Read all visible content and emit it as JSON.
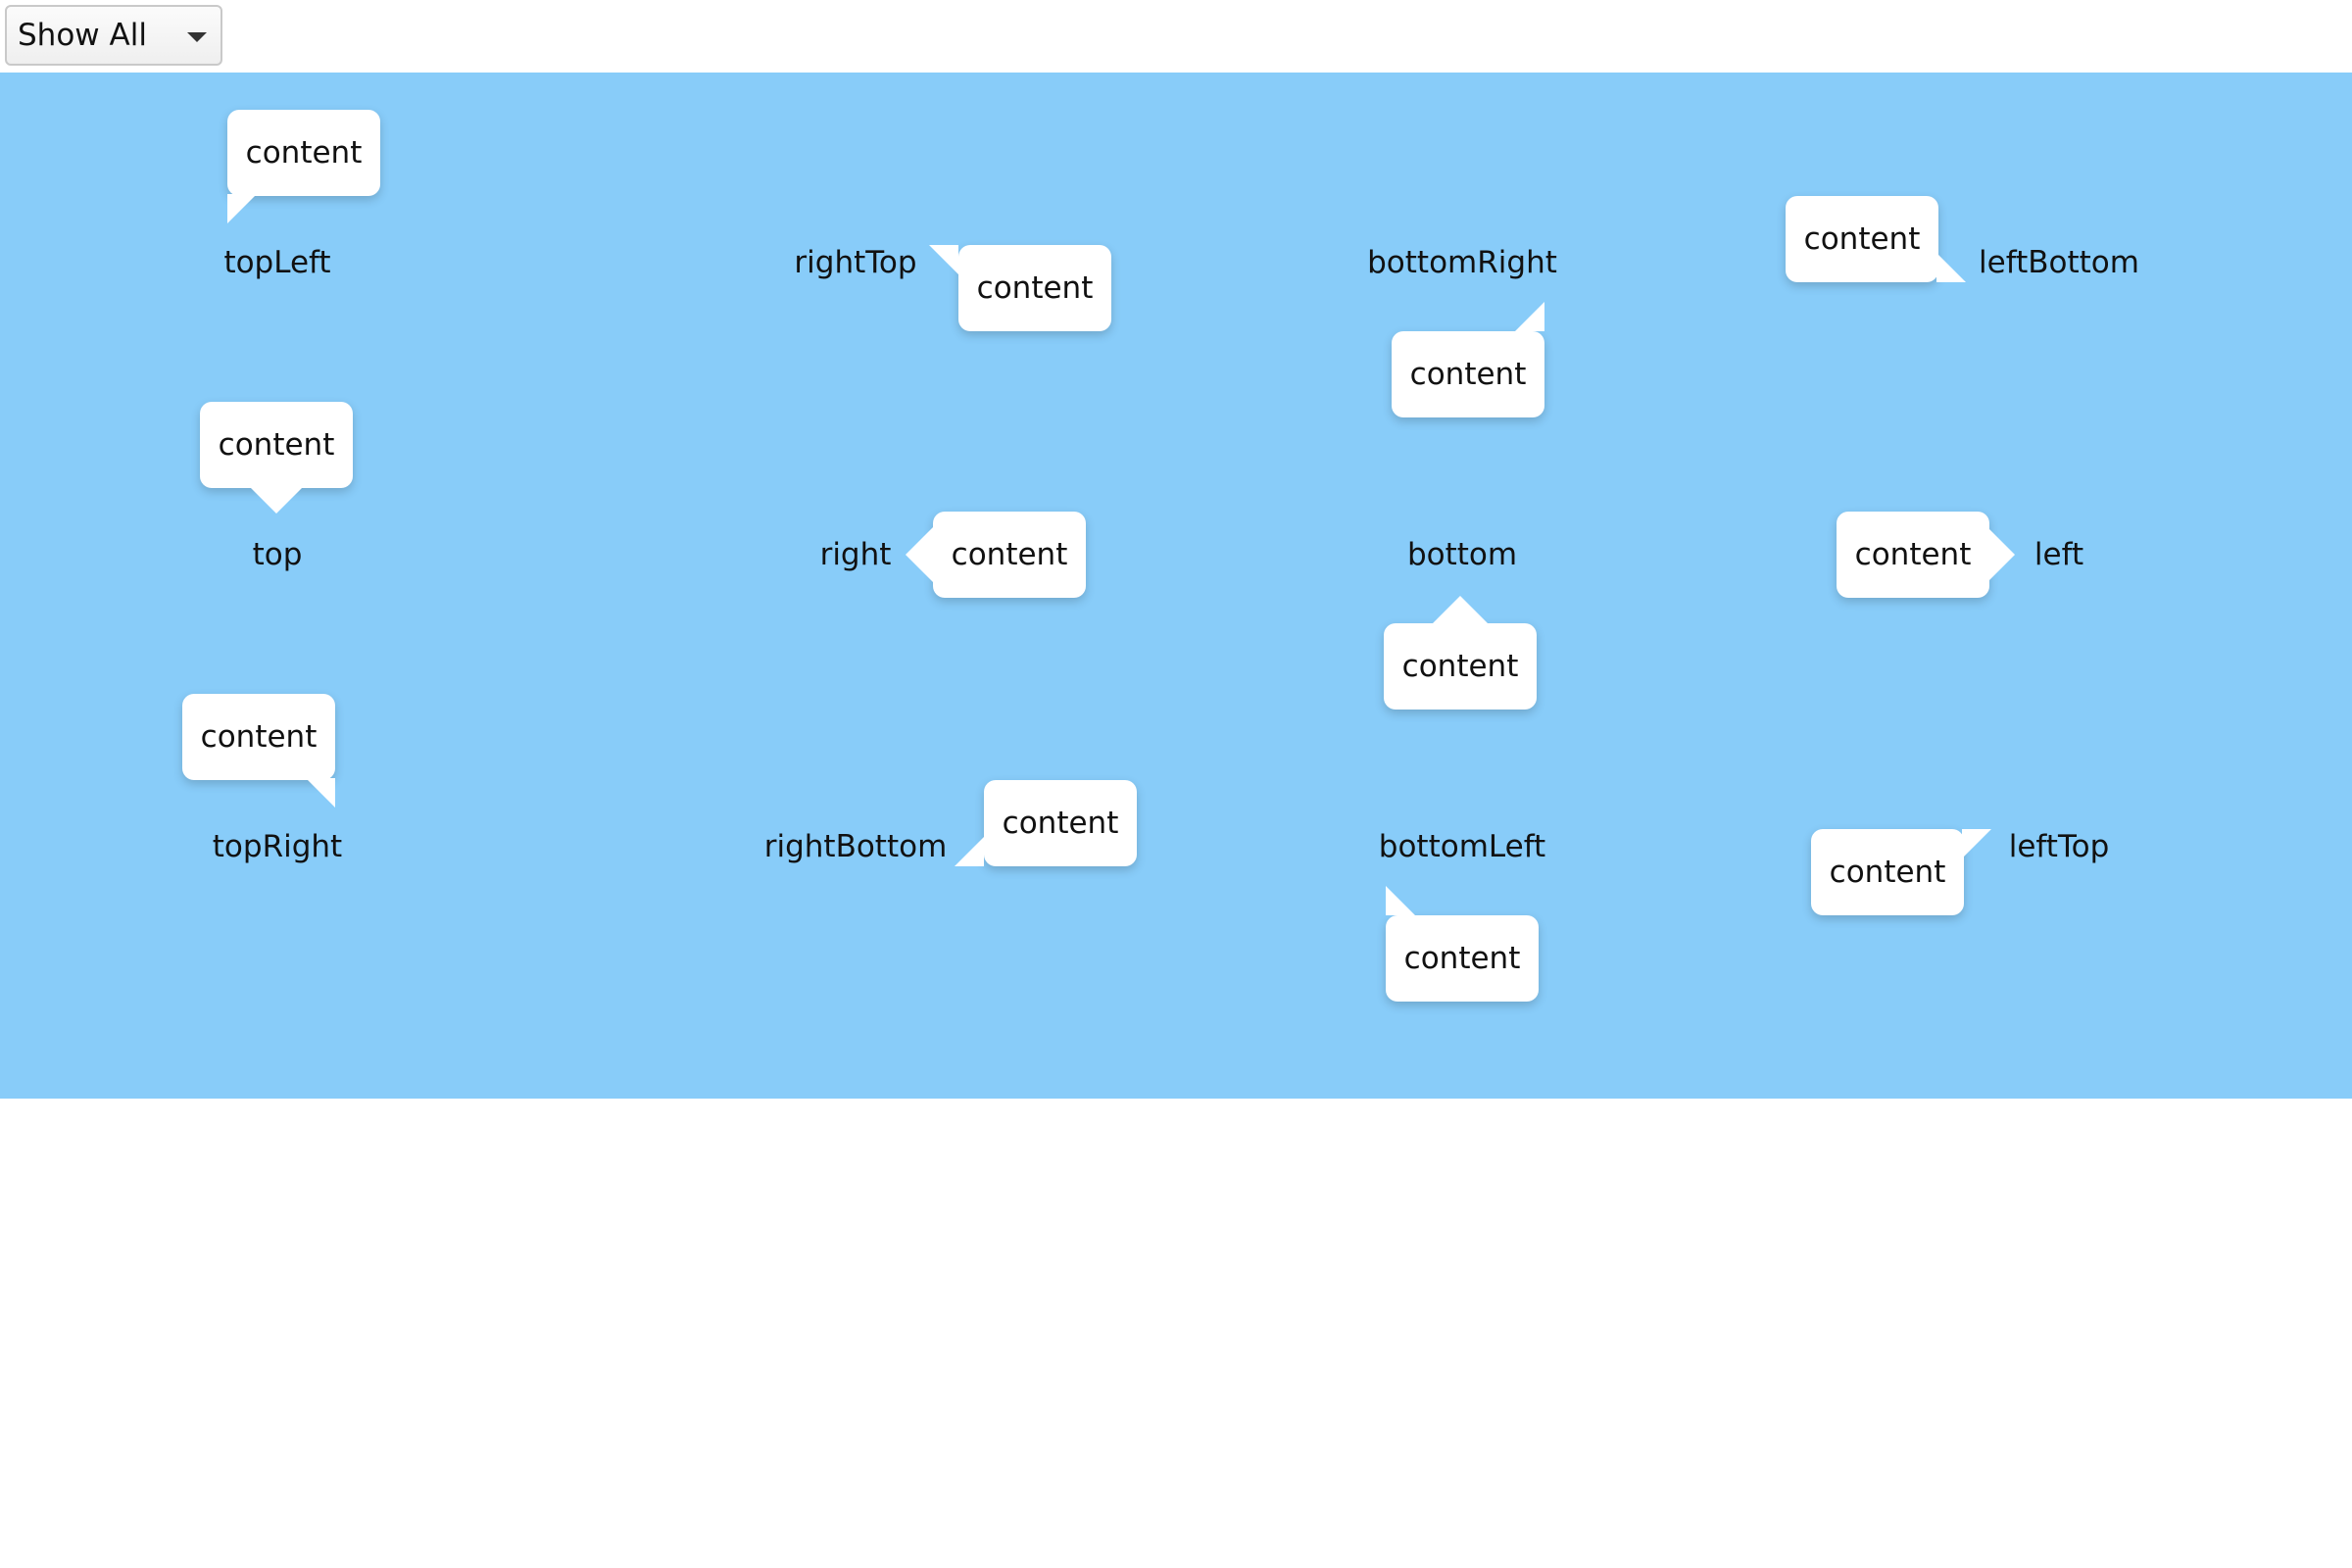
{
  "toolbar": {
    "select_value": "Show All",
    "select_icon": "chevron-down-icon"
  },
  "stage": {
    "background": "#88ccf9"
  },
  "placements": [
    {
      "name": "topLeft",
      "content": "content"
    },
    {
      "name": "rightTop",
      "content": "content"
    },
    {
      "name": "bottomRight",
      "content": "content"
    },
    {
      "name": "leftBottom",
      "content": "content"
    },
    {
      "name": "top",
      "content": "content"
    },
    {
      "name": "right",
      "content": "content"
    },
    {
      "name": "bottom",
      "content": "content"
    },
    {
      "name": "left",
      "content": "content"
    },
    {
      "name": "topRight",
      "content": "content"
    },
    {
      "name": "rightBottom",
      "content": "content"
    },
    {
      "name": "bottomLeft",
      "content": "content"
    },
    {
      "name": "leftTop",
      "content": "content"
    }
  ]
}
